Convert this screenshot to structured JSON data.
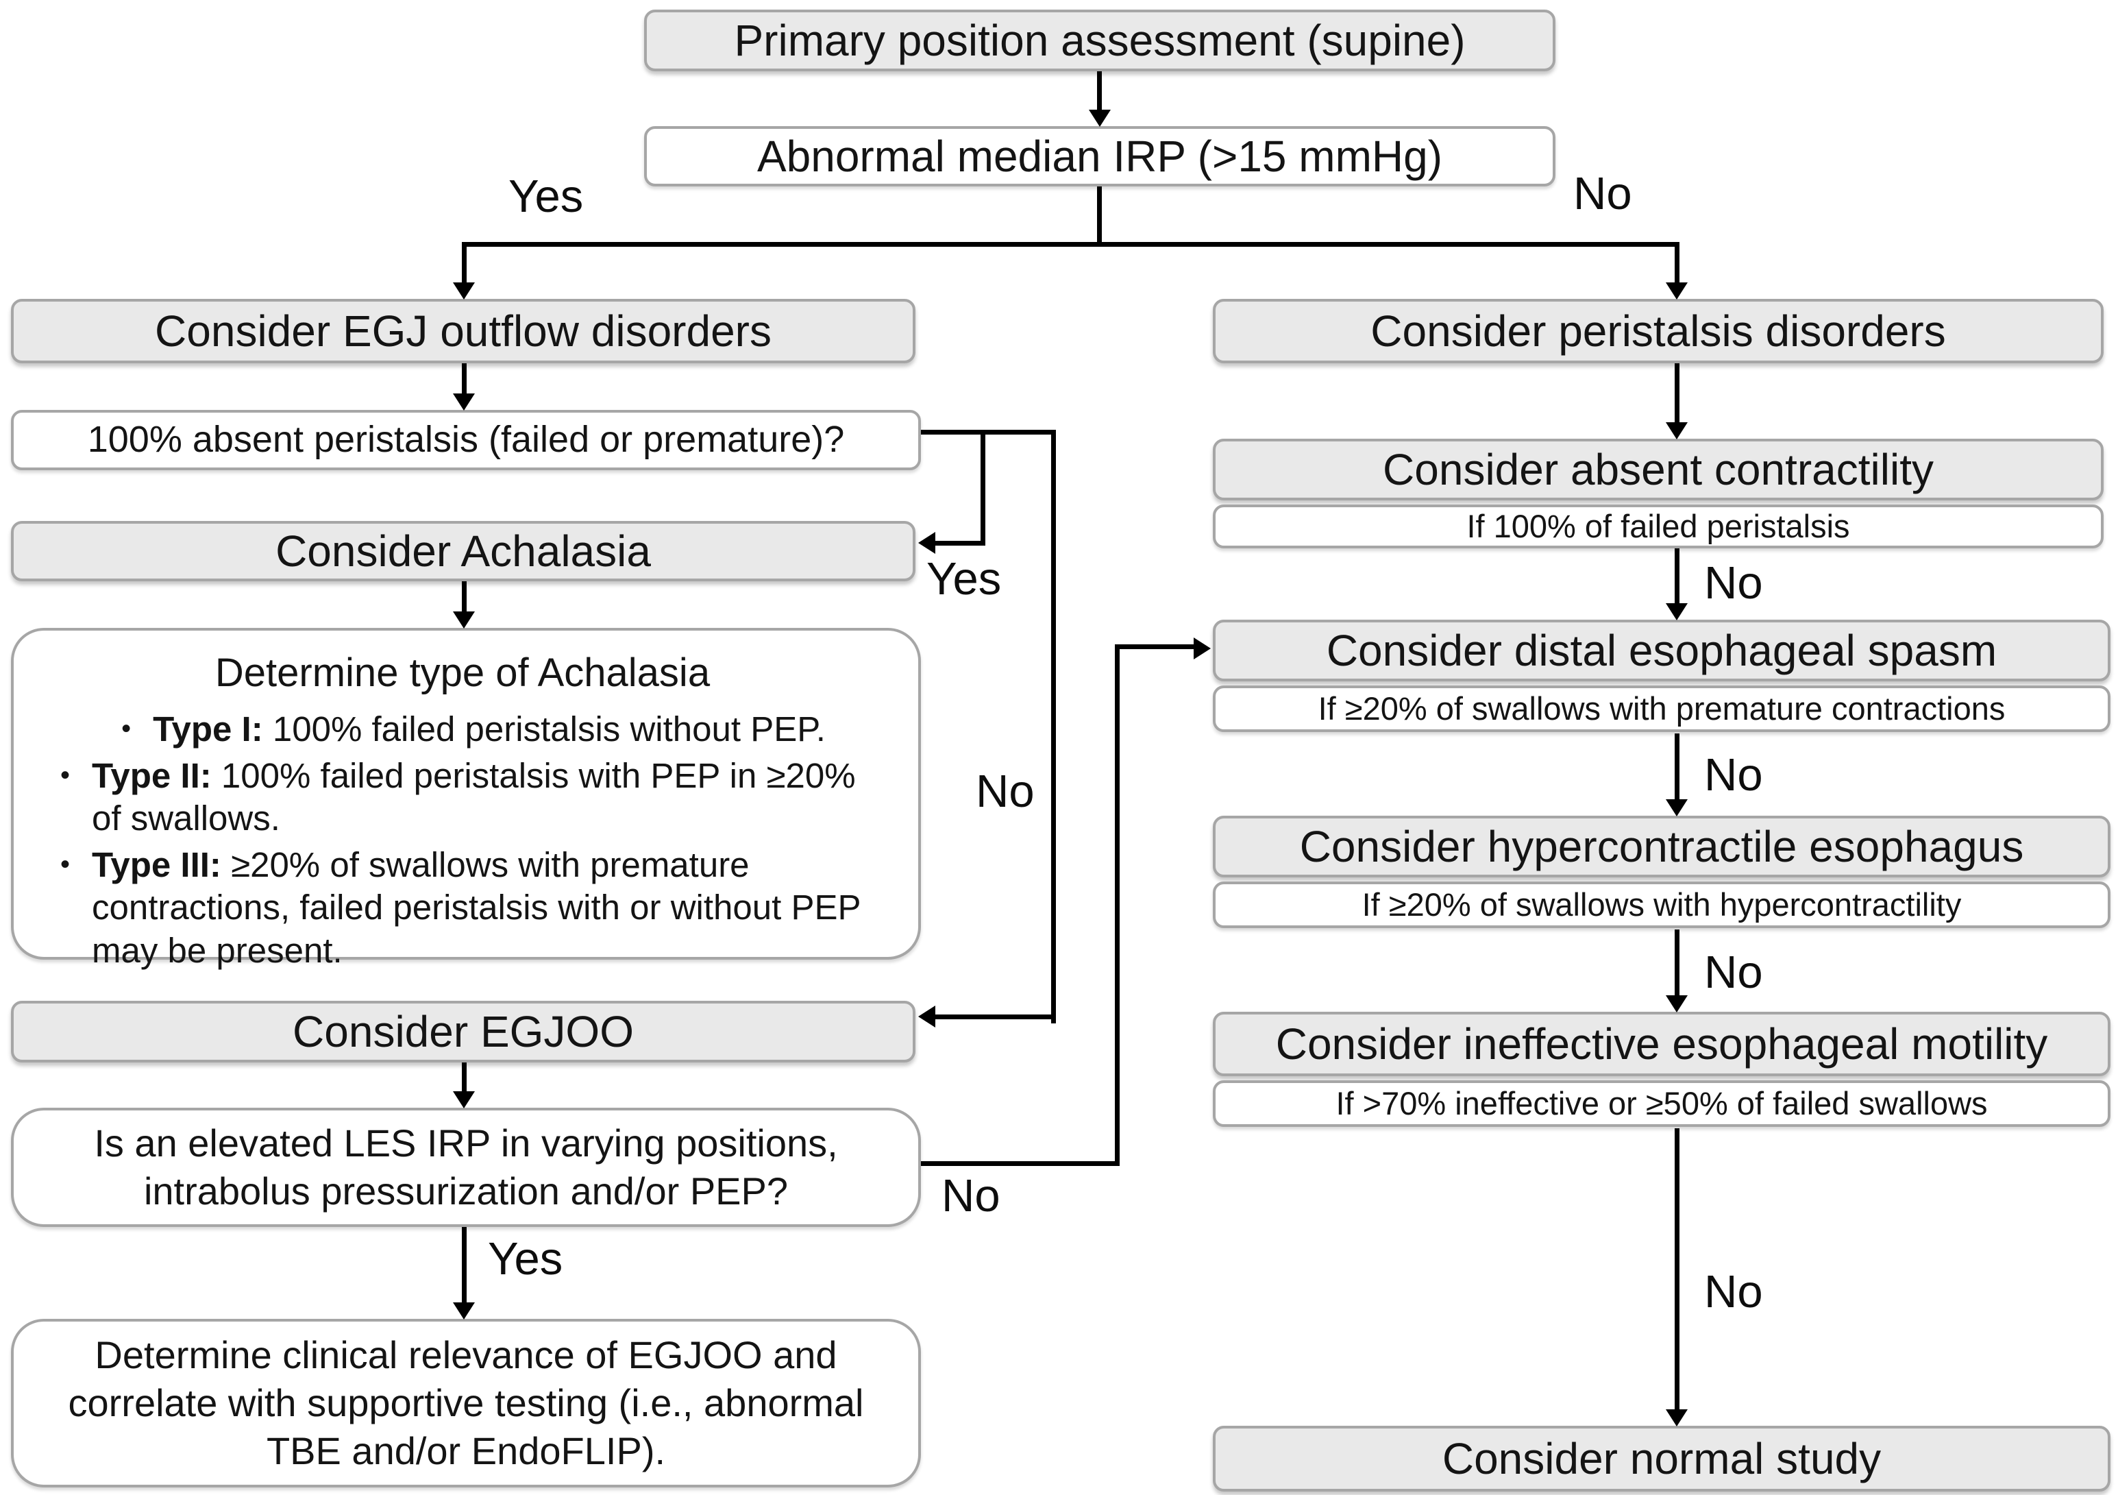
{
  "labels": {
    "yes": "Yes",
    "no": "No"
  },
  "colors": {
    "node_fill_grey": "#e9e9e9",
    "node_fill_white": "#ffffff",
    "node_border": "#a6a6a6",
    "connector": "#000000",
    "text": "#141414"
  },
  "nodes": {
    "primary": {
      "label": "Primary position assessment (supine)"
    },
    "abnormal_irp": {
      "label": "Abnormal median IRP (>15 mmHg)"
    },
    "egj_outflow": {
      "label": "Consider EGJ outflow disorders"
    },
    "absent_peristalsis_q": {
      "label": "100% absent peristalsis (failed or premature)?"
    },
    "achalasia": {
      "label": "Consider Achalasia"
    },
    "achalasia_types": {
      "title": "Determine type of Achalasia",
      "bullet_marker": "•",
      "bullets": [
        {
          "strong": "Type I:",
          "text": " 100% failed peristalsis without PEP."
        },
        {
          "strong": "Type II:",
          "text": " 100% failed peristalsis with PEP in  ≥20% of swallows."
        },
        {
          "strong": "Type III:",
          "text": " ≥20% of swallows with premature contractions, failed peristalsis with or without PEP may be present."
        }
      ]
    },
    "egjoo": {
      "label": "Consider EGJOO"
    },
    "les_irp_q": {
      "label": "Is an elevated LES IRP in varying positions, intrabolus pressurization and/or PEP?"
    },
    "egjoo_relevance": {
      "label": "Determine clinical relevance of EGJOO and correlate with supportive testing (i.e., abnormal TBE and/or EndoFLIP)."
    },
    "peristalsis_disorders": {
      "label": "Consider peristalsis disorders"
    },
    "absent_contractility": {
      "label": "Consider absent contractility",
      "criteria": "If 100% of failed peristalsis"
    },
    "distal_esophageal_spasm": {
      "label": "Consider distal esophageal spasm",
      "criteria": "If ≥20% of swallows with premature contractions"
    },
    "hypercontractile_esophagus": {
      "label": "Consider hypercontractile esophagus",
      "criteria": "If ≥20% of swallows with hypercontractility"
    },
    "ineffective_motility": {
      "label": "Consider ineffective esophageal motility",
      "criteria": "If >70% ineffective or ≥50% of failed swallows"
    },
    "normal_study": {
      "label": "Consider normal study"
    }
  }
}
